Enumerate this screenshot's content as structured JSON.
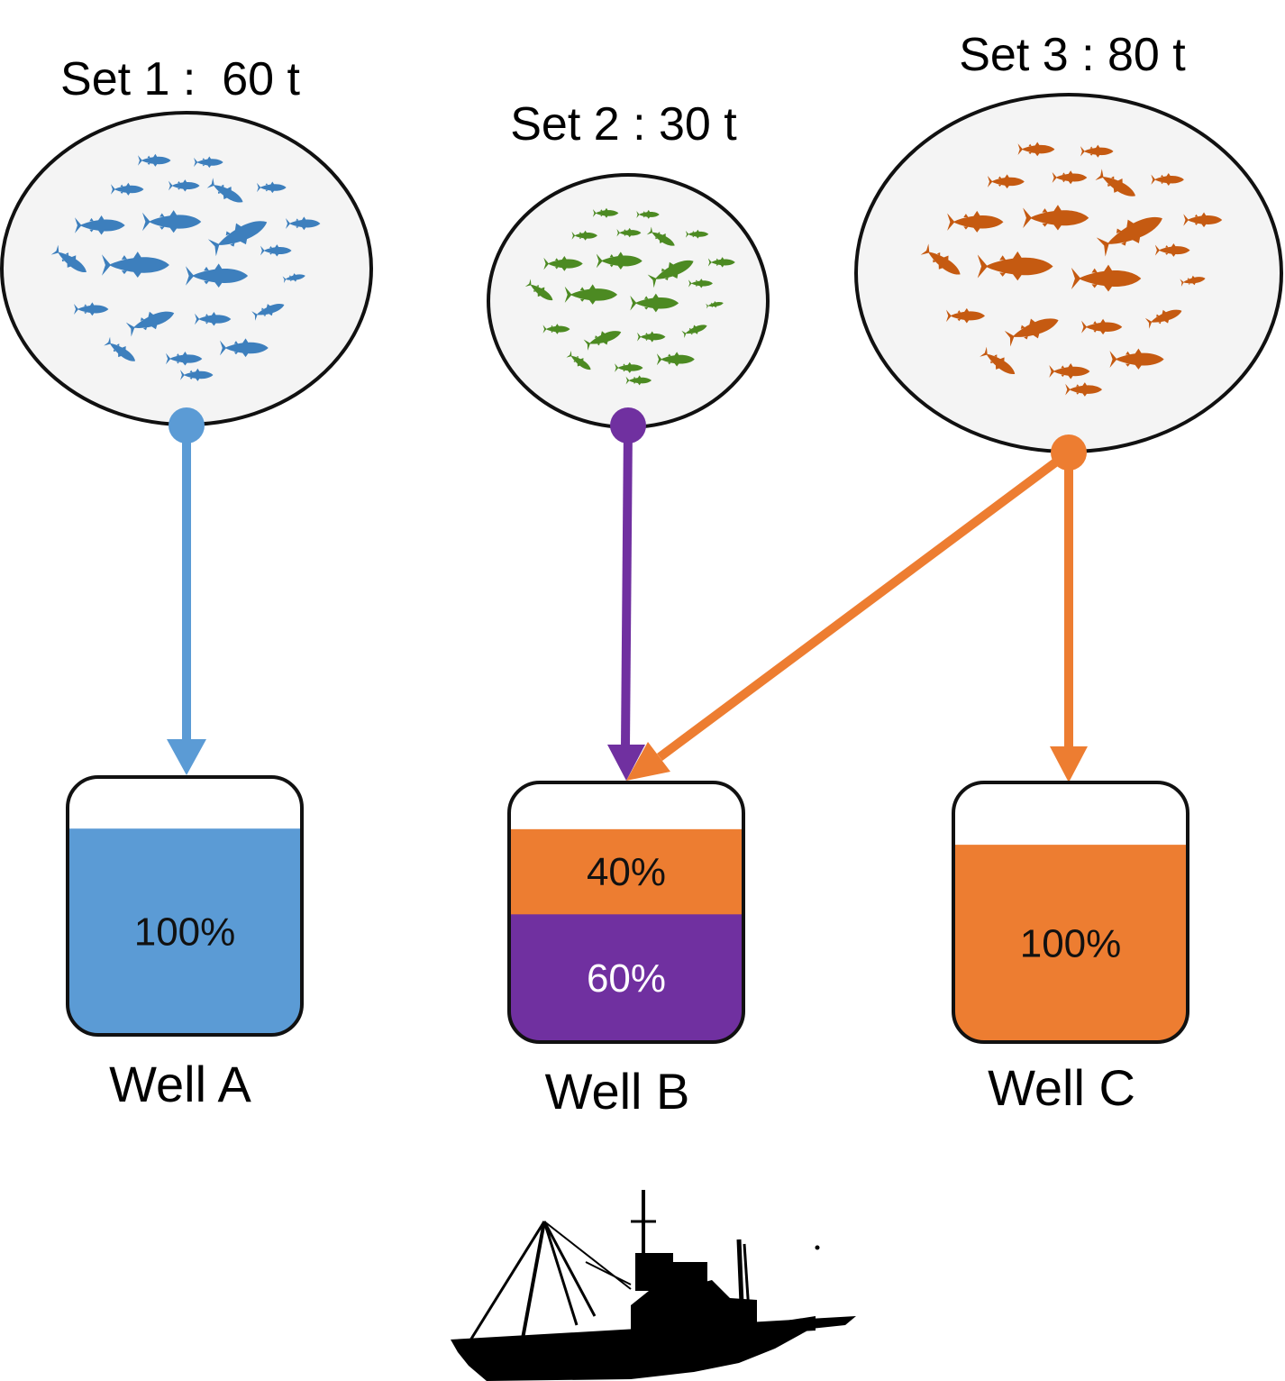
{
  "sets": [
    {
      "id": "set1",
      "label": "Set 1 :  60 t",
      "tonnes": 60,
      "fish_color": "#3d7fbd",
      "dot_color": "#5b9bd5"
    },
    {
      "id": "set2",
      "label": "Set 2 : 30 t",
      "tonnes": 30,
      "fish_color": "#4c8a22",
      "dot_color": "#7030a0"
    },
    {
      "id": "set3",
      "label": "Set 3 : 80 t",
      "tonnes": 80,
      "fish_color": "#c55a11",
      "dot_color": "#ed7d31"
    }
  ],
  "wells": [
    {
      "id": "wellA",
      "label": "Well A",
      "fill": 0.8,
      "segments": [
        {
          "text": "100%",
          "share": 1.0,
          "color": "#5b9bd5",
          "text_color": "#111111"
        }
      ]
    },
    {
      "id": "wellB",
      "label": "Well B",
      "fill": 0.82,
      "segments": [
        {
          "text": "40%",
          "share": 0.4,
          "color": "#ed7d31",
          "text_color": "#111111"
        },
        {
          "text": "60%",
          "share": 0.6,
          "color": "#7030a0",
          "text_color": "#ffffff"
        }
      ]
    },
    {
      "id": "wellC",
      "label": "Well C",
      "fill": 0.76,
      "segments": [
        {
          "text": "100%",
          "share": 1.0,
          "color": "#ed7d31",
          "text_color": "#111111"
        }
      ]
    }
  ],
  "flows": [
    {
      "from": "set1",
      "to": "wellA",
      "color": "#5b9bd5"
    },
    {
      "from": "set2",
      "to": "wellB",
      "color": "#7030a0"
    },
    {
      "from": "set3",
      "to": "wellB",
      "color": "#ed7d31"
    },
    {
      "from": "set3",
      "to": "wellC",
      "color": "#ed7d31"
    }
  ],
  "colors": {
    "net_fill": "#f4f4f4",
    "outline": "#111111",
    "boat": "#000000"
  }
}
